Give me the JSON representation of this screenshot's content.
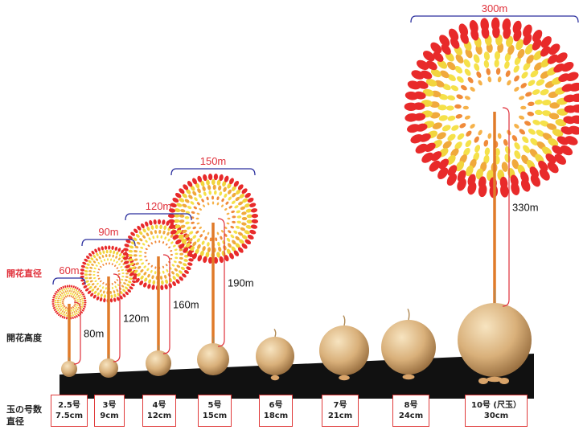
{
  "labels": {
    "bloom_diameter": "開花直径",
    "bloom_height": "開花高度",
    "shell_number": "玉の号数",
    "diameter": "直径"
  },
  "colors": {
    "accent_red": "#e0303a",
    "bracket_blue": "#2b2f9e",
    "stem_orange": "#e07b2a",
    "base_black": "#111111"
  },
  "shells": [
    {
      "no": "2.5号",
      "dia": "7.5cm",
      "bloom": "60m",
      "height": "80m"
    },
    {
      "no": "3号",
      "dia": "9cm",
      "bloom": "90m",
      "height": "120m"
    },
    {
      "no": "4号",
      "dia": "12cm",
      "bloom": "120m",
      "height": "160m"
    },
    {
      "no": "5号",
      "dia": "15cm",
      "bloom": "150m",
      "height": "190m"
    },
    {
      "no": "6号",
      "dia": "18cm"
    },
    {
      "no": "7号",
      "dia": "21cm"
    },
    {
      "no": "8号",
      "dia": "24cm"
    },
    {
      "no": "10号 (尺玉）",
      "dia": "30cm",
      "bloom": "300m",
      "height": "330m"
    }
  ]
}
